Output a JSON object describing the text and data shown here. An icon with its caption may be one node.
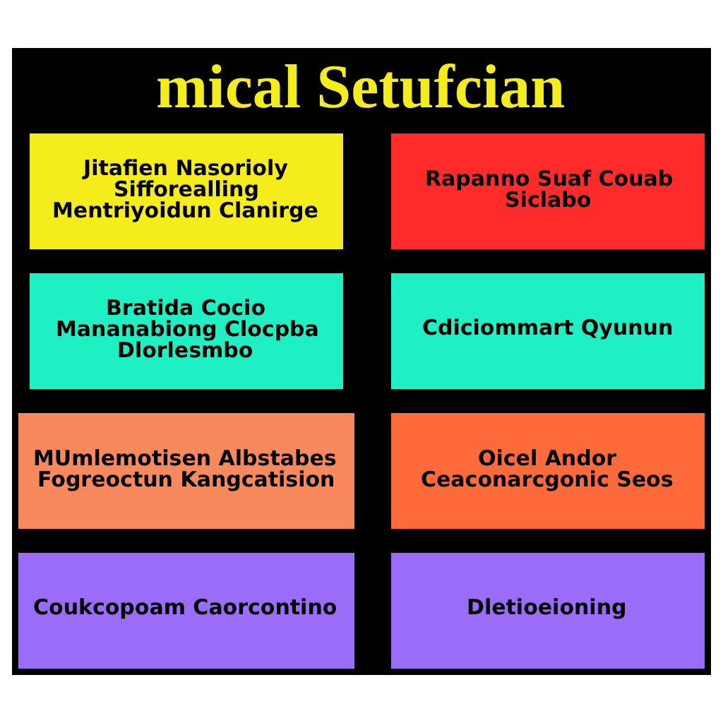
{
  "diagram": {
    "title": "mical Setufcian",
    "nodes": [
      {
        "text": [
          "Jitafien Nasorioly Sifforealling Mentriyoidun Clanirge"
        ]
      },
      {
        "text": [
          "Rapanno Suaf Couab Siclabo"
        ]
      },
      {
        "text": [
          "Bratida Cocio Mananabiong Clocpba Dlorlesmbo"
        ]
      },
      {
        "text": [
          "Cdiciommart Qyunun"
        ]
      },
      {
        "text": [
          "MUmlemotisen Albstabes Fogreoctun Kangcatision"
        ]
      },
      {
        "text": [
          "Oicel Andor Ceaconarcgonic Seos"
        ]
      },
      {
        "text": [
          "Coukcopoam Caorcontino"
        ]
      },
      {
        "text": [
          "Dletioeioning"
        ]
      }
    ]
  }
}
